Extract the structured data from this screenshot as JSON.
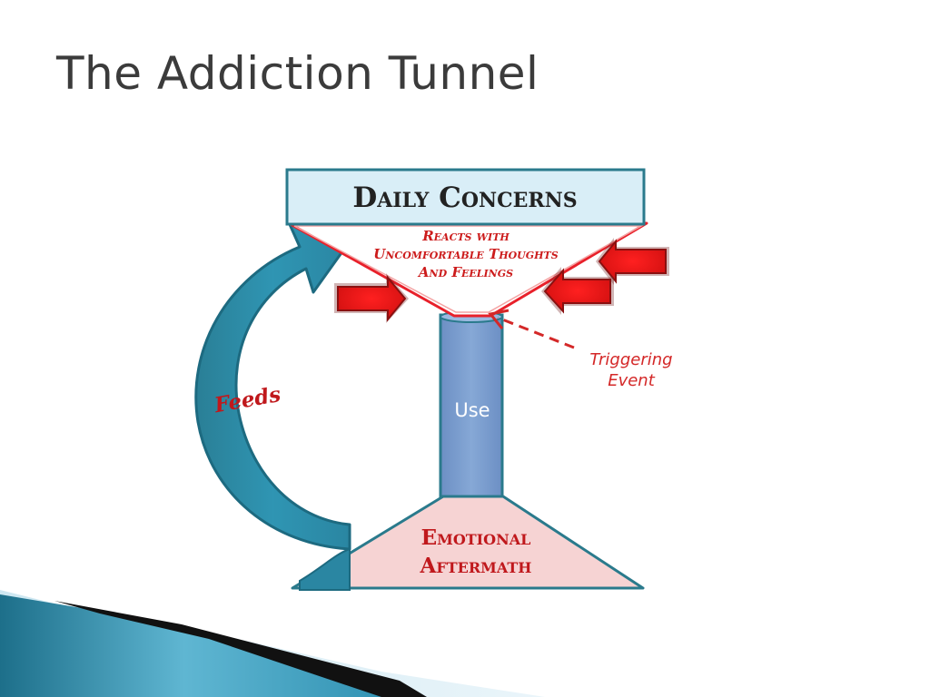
{
  "slide": {
    "title": "The Addiction Tunnel"
  },
  "diagram": {
    "top_box_label": "Daily Concerns",
    "funnel_label_lines": [
      "Reacts with",
      "Uncomfortable Thoughts",
      "And Feelings"
    ],
    "column_label": "Use",
    "base_label_lines": [
      "Emotional",
      "Aftermath"
    ],
    "loop_label": "Feeds",
    "trigger_label_lines": [
      "Triggering",
      "Event"
    ]
  },
  "colors": {
    "title_text": "#3b3b3b",
    "box_fill": "#d9eef7",
    "box_border": "#2a7a8c",
    "funnel_border": "#e8202a",
    "accent_red": "#cc1b1b",
    "column_fill": "#7b9fcf",
    "base_fill": "#f6d3d3",
    "loop_arrow": "#2a8aa3",
    "trigger_text": "#d42828"
  }
}
